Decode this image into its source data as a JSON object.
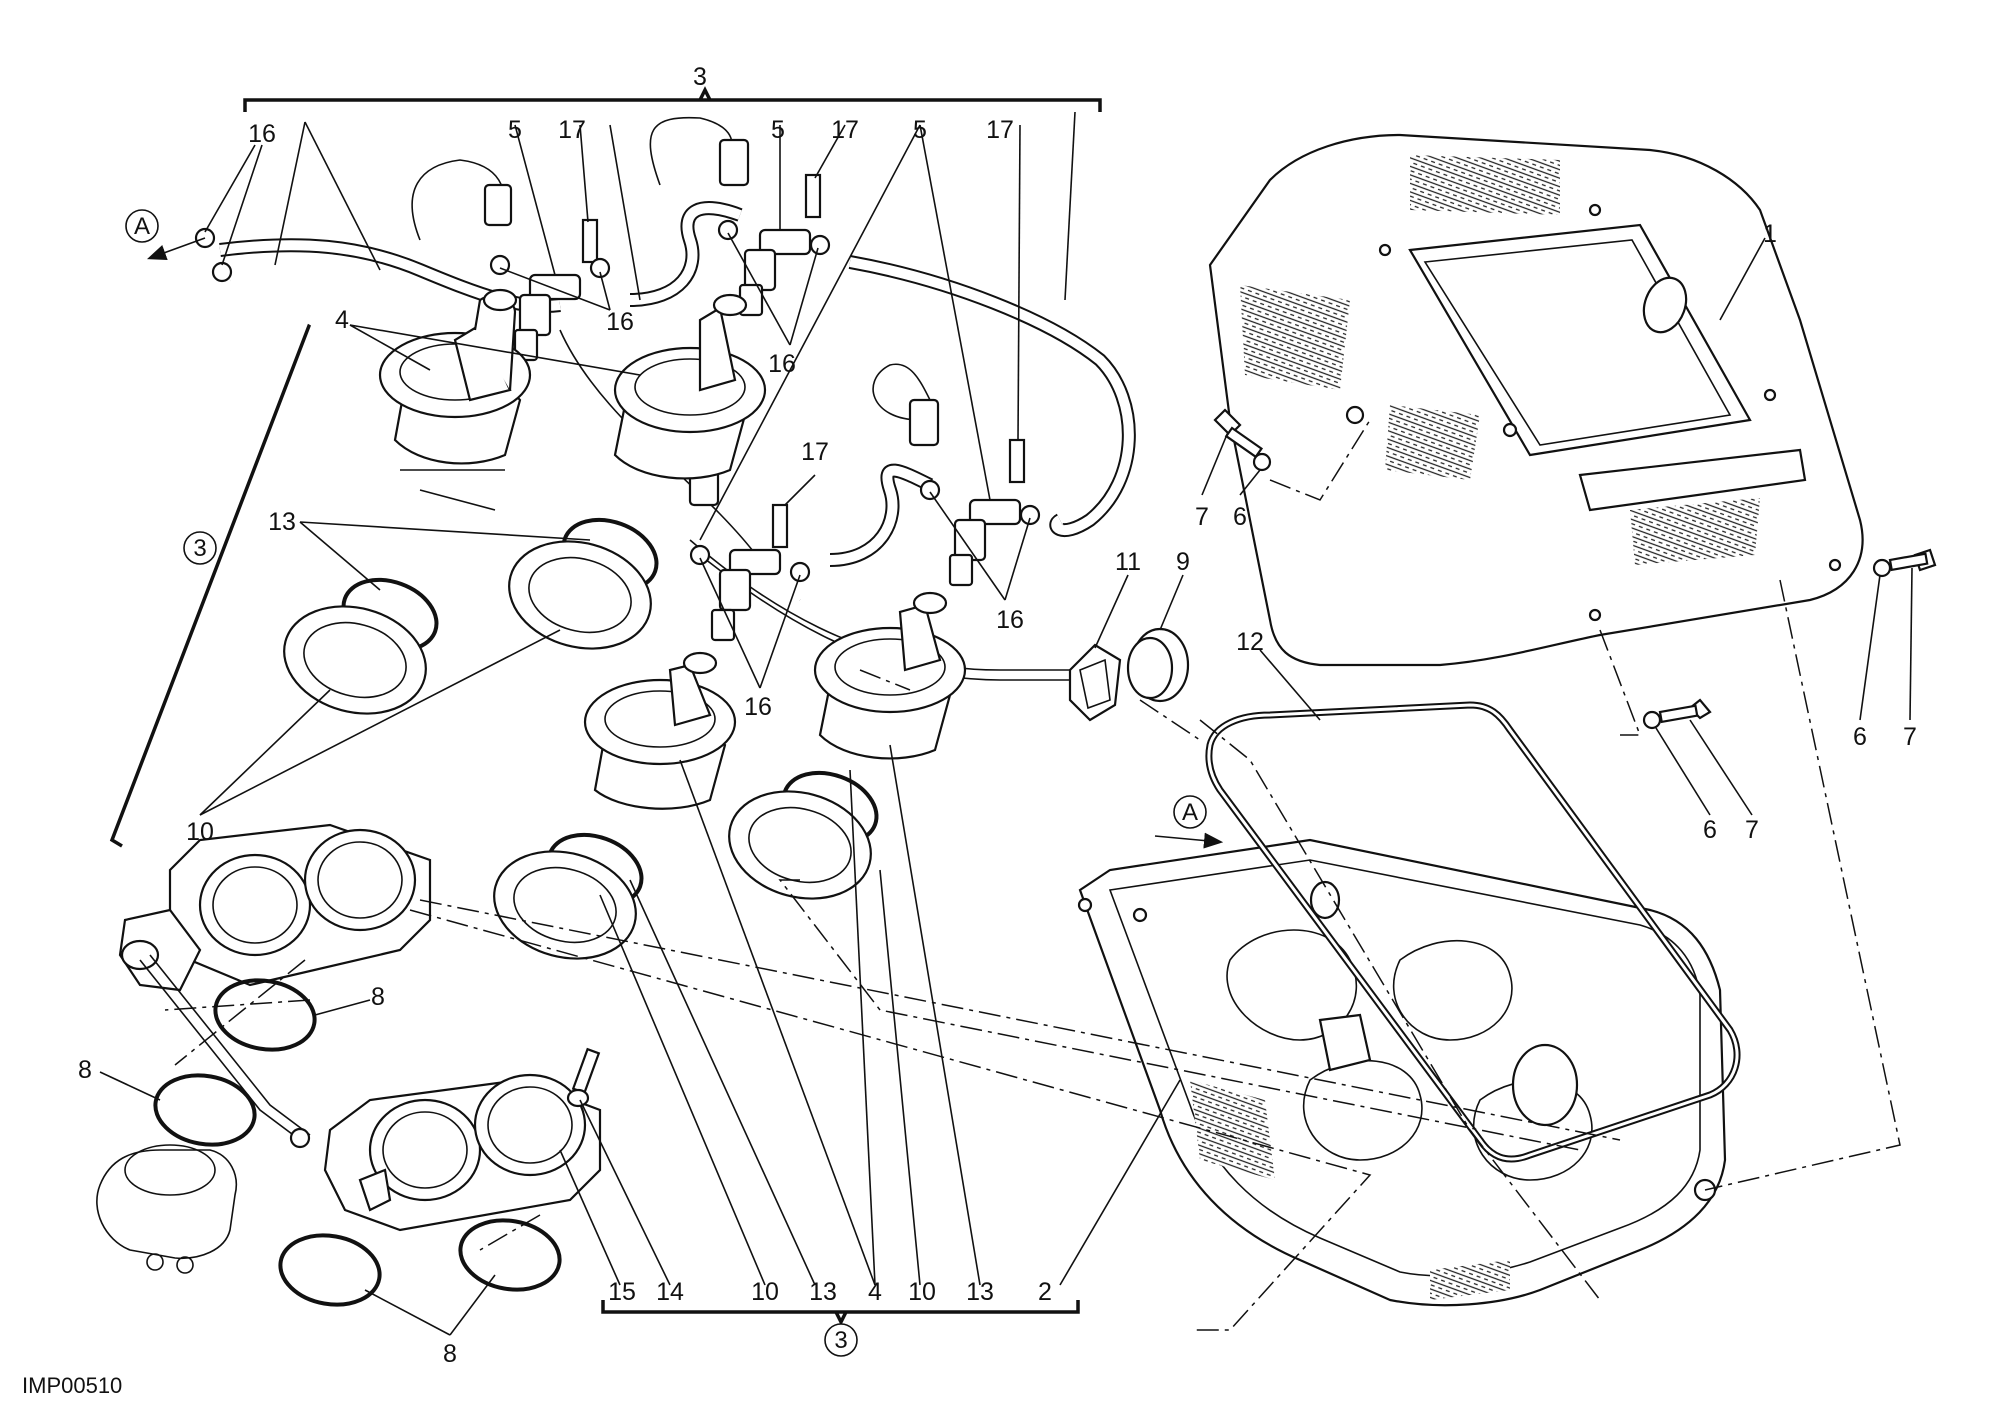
{
  "diagram": {
    "code": "IMP00510",
    "callouts": {
      "n1": "1",
      "n2": "2",
      "n3": "3",
      "n4a": "4",
      "n4b": "4",
      "n5a": "5",
      "n5b": "5",
      "n5c": "5",
      "n6a": "6",
      "n6b": "6",
      "n6c": "6",
      "n7a": "7",
      "n7b": "7",
      "n7c": "7",
      "n8a": "8",
      "n8b": "8",
      "n8c": "8",
      "n9": "9",
      "n10a": "10",
      "n10b": "10",
      "n10c": "10",
      "n11": "11",
      "n12": "12",
      "n13a": "13",
      "n13b": "13",
      "n13c": "13",
      "n14": "14",
      "n15": "15",
      "n16a": "16",
      "n16b": "16",
      "n16c": "16",
      "n16d": "16",
      "n16e": "16",
      "n17a": "17",
      "n17b": "17",
      "n17c": "17",
      "n17d": "17"
    },
    "circled": {
      "a_top": "A",
      "a_box": "A",
      "three_left": "3",
      "three_bottom": "3"
    }
  }
}
